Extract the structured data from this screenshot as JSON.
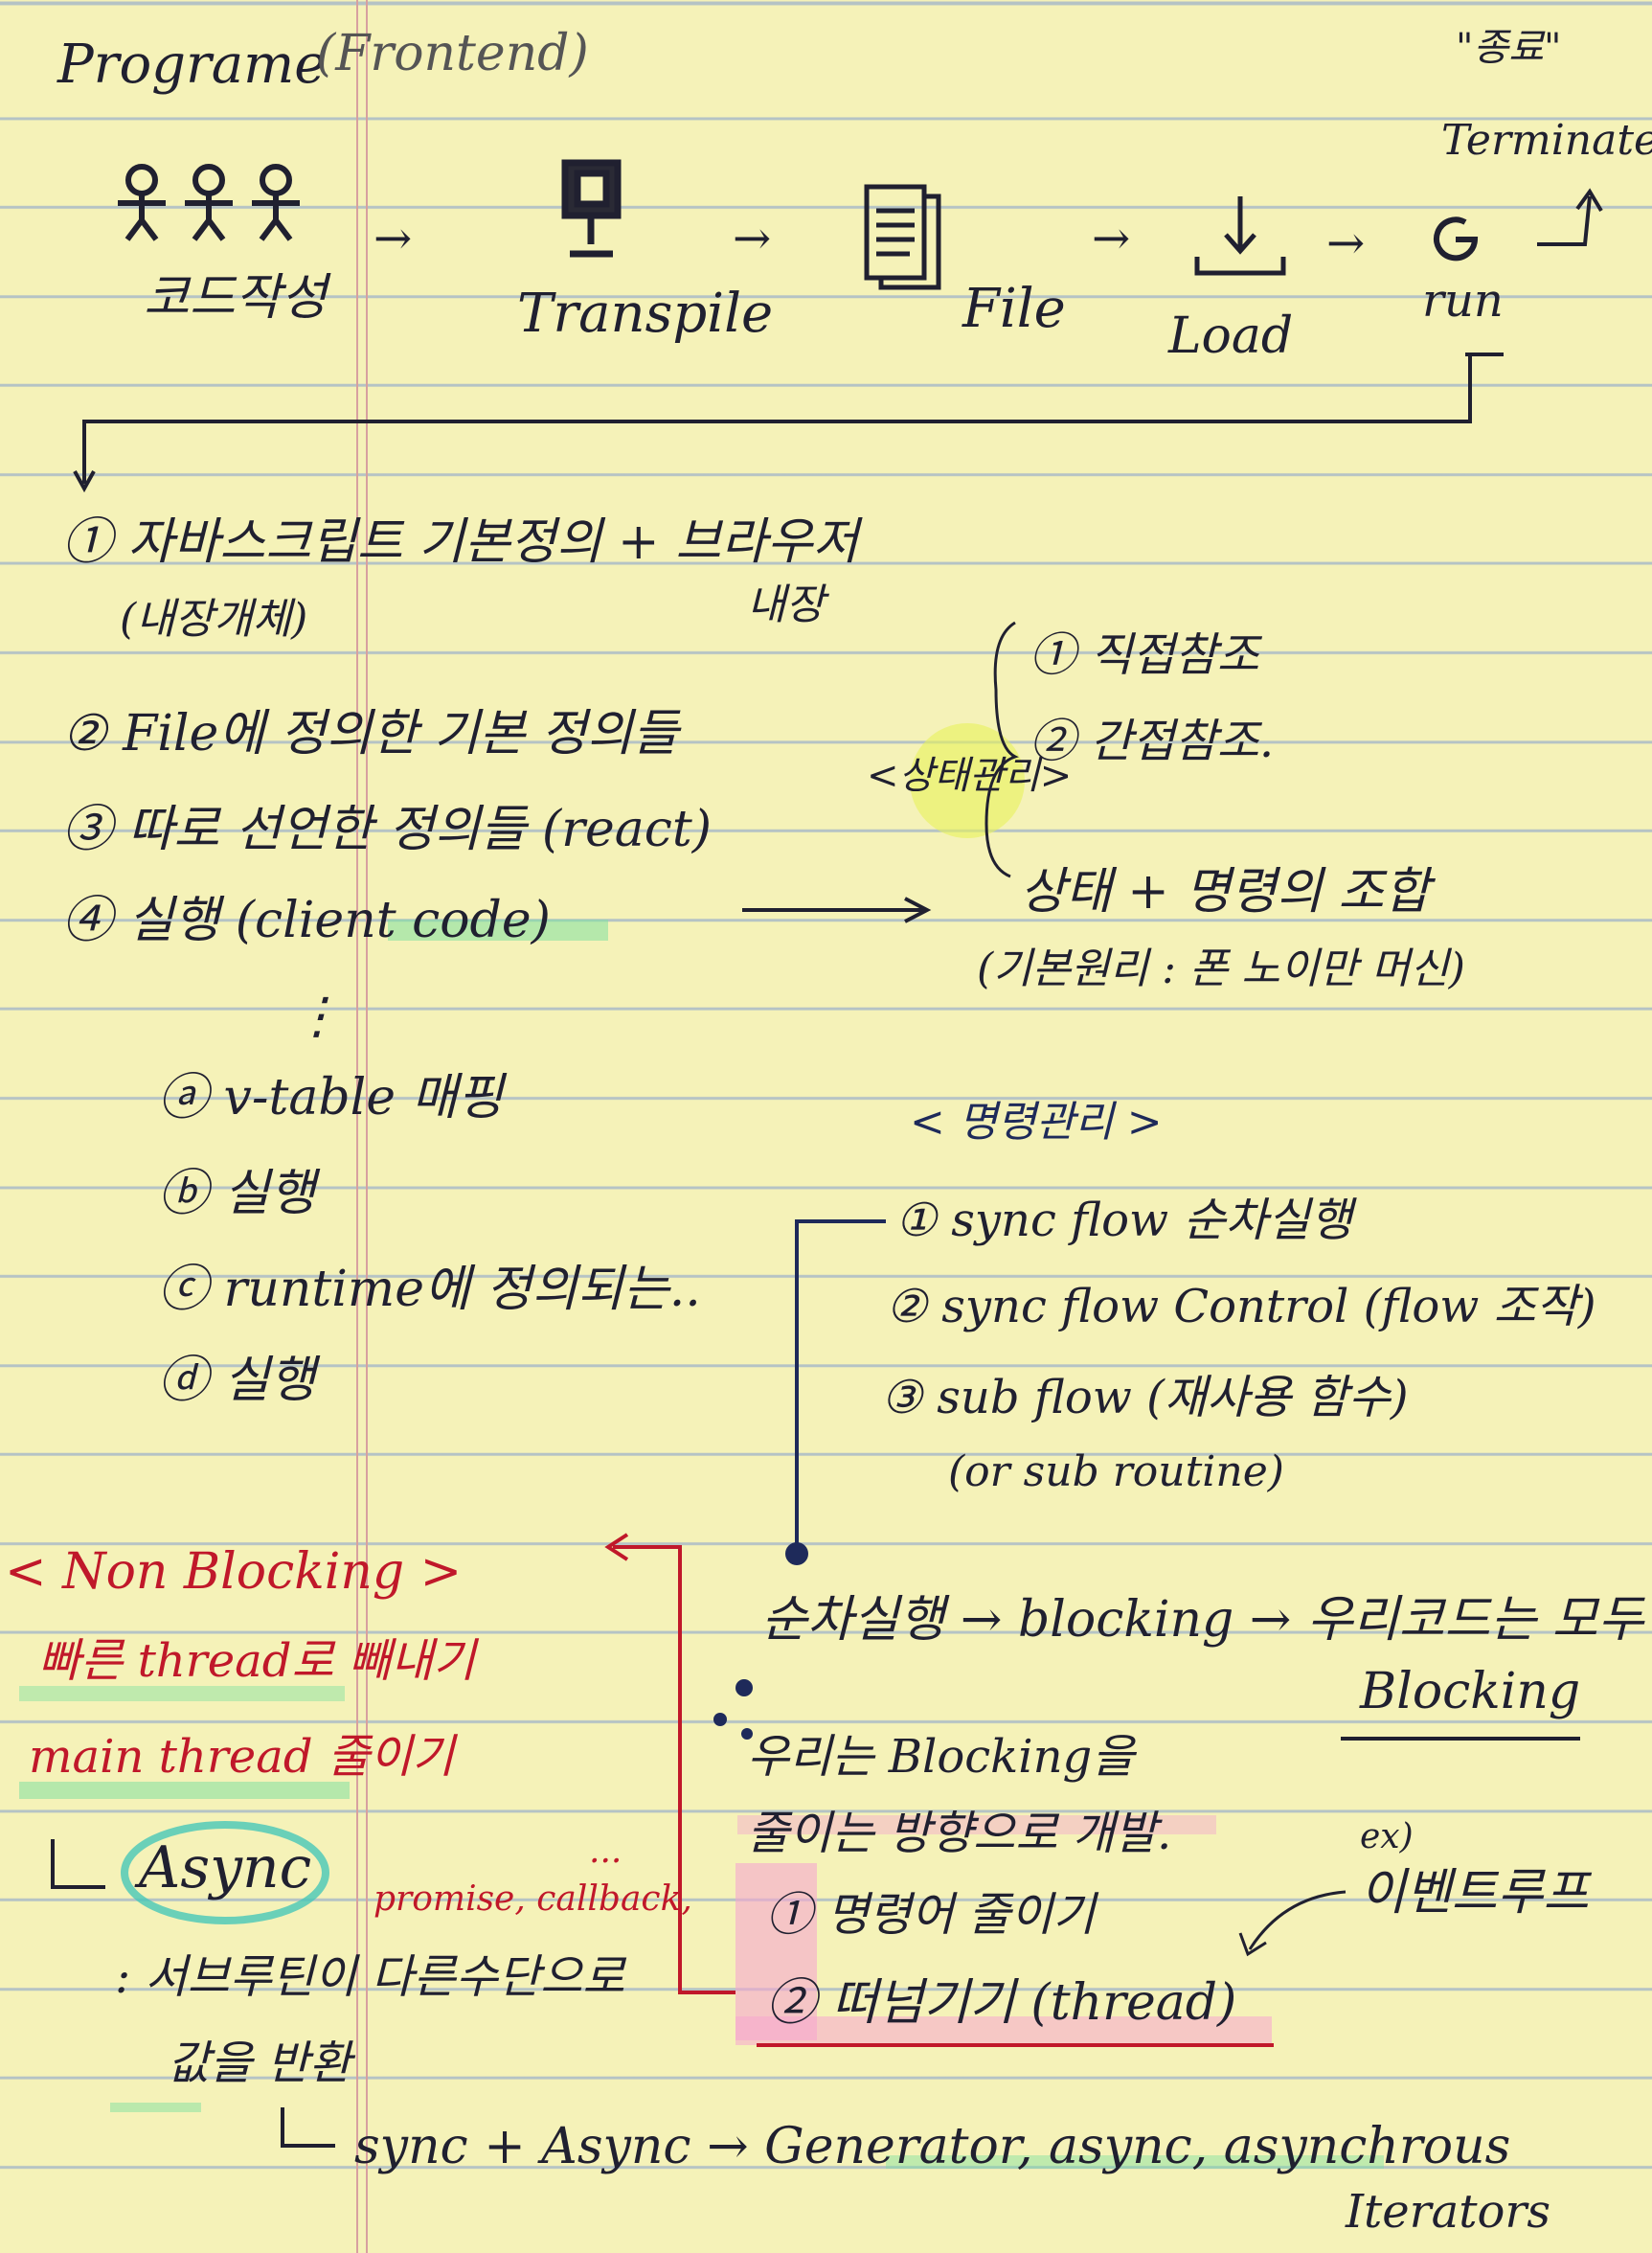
{
  "header": {
    "title": "Programe",
    "subtitle": "(Frontend)",
    "shutdown_ko": "\"종료\"",
    "terminate": "Terminate"
  },
  "pipeline": {
    "coding": "코드작성",
    "transpile": "Transpile",
    "file": "File",
    "load": "Load",
    "run": "run",
    "arrow": "→"
  },
  "list1": [
    {
      "num": "①",
      "text": "자바스크립트 기본정의 + 브라우저"
    },
    {
      "num": "",
      "text": "(내장개체)"
    },
    {
      "num": "",
      "text": "내장"
    },
    {
      "num": "②",
      "text": "File에 정의한 기본 정의들"
    },
    {
      "num": "③",
      "text": "따로 선언한 정의들 (react)"
    },
    {
      "num": "④",
      "text": "실행 (client code)"
    }
  ],
  "dots": "⋮",
  "sublist": [
    {
      "num": "ⓐ",
      "text": "v-table 매핑"
    },
    {
      "num": "ⓑ",
      "text": "실행"
    },
    {
      "num": "ⓒ",
      "text": "runtime에 정의되는.."
    },
    {
      "num": "ⓓ",
      "text": "실행"
    }
  ],
  "state": {
    "ref1": "① 직접참조",
    "ref2": "② 간접참조.",
    "bracket": "<상태관리>",
    "combo": "상태   +   명령의 조합",
    "note": "(기본원리 : 폰 노이만 머신)"
  },
  "command": {
    "header": "< 명령관리 >",
    "items": [
      "① sync flow 순차실행",
      "② sync flow Control (flow 조작)",
      "③ sub flow (재사용 함수)",
      "(or sub routine)"
    ]
  },
  "blocking": {
    "line1": "순차실행 → blocking → 우리코드는 모두",
    "line1b": "Blocking",
    "reduce1": "우리는 Blocking을",
    "reduce2": "줄이는 방향으로 개발.",
    "opt1": "① 명령어 줄이기",
    "opt2": "② 떠넘기기 (thread)",
    "event_ex": "ex)",
    "event": "이벤트루프"
  },
  "nonblocking": {
    "title": "< Non Blocking >",
    "l1": "빠른 thread로 빼내기",
    "l2": "main thread 줄이기",
    "async": "Async",
    "async_note": "promise, callback,",
    "async_dots": "...",
    "desc1": ": 서브루틴이 다른수단으로",
    "desc2": "값을 반환",
    "final": "sync + Async → Generator, async, asynchrous",
    "final2": "Iterators"
  },
  "colors": {
    "paper": "#f5f2b8",
    "ink": "#202030",
    "red": "#c0182a",
    "pink": "#f27ab8",
    "green": "#5ed28a",
    "teal": "#47c7b8"
  }
}
